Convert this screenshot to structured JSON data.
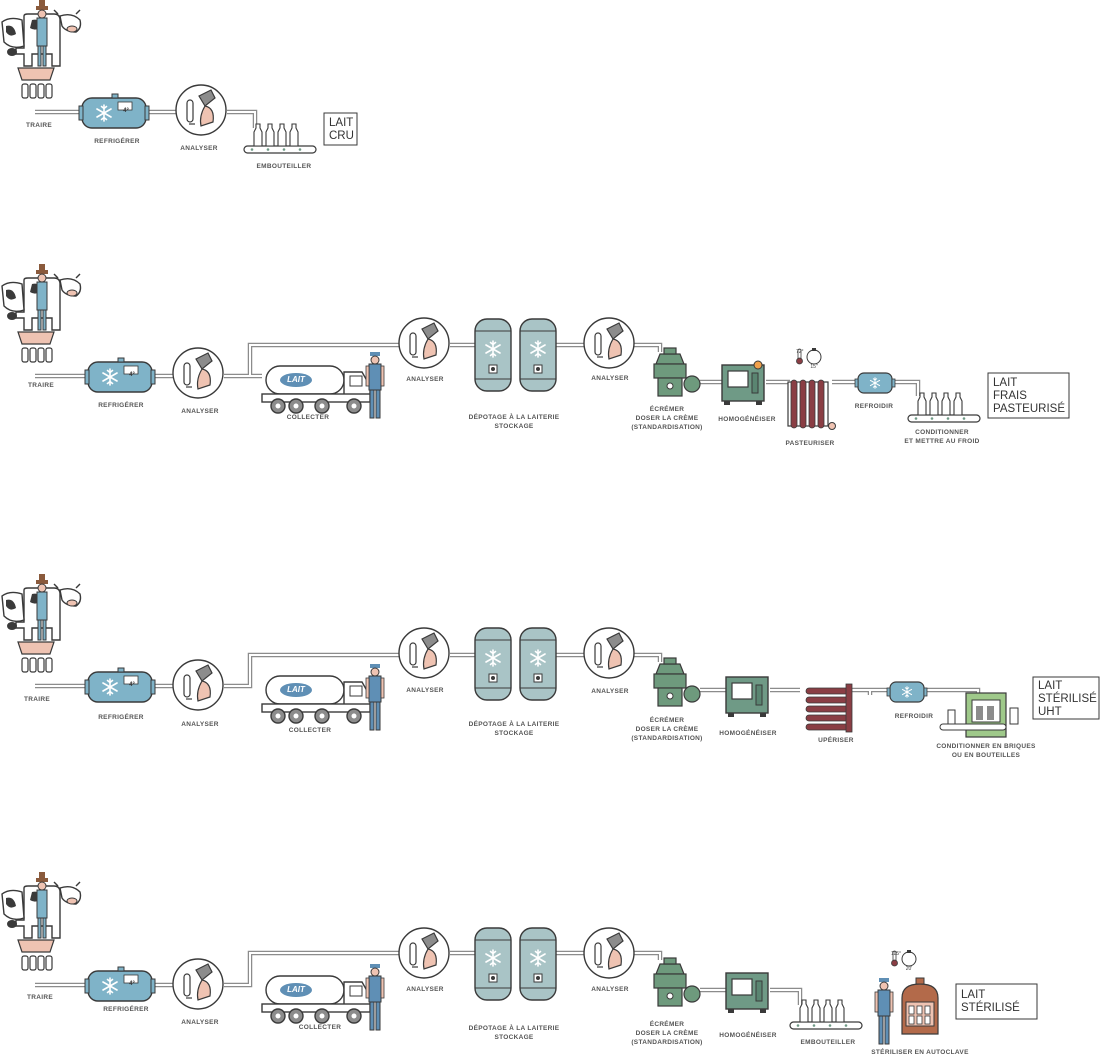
{
  "colors": {
    "outline": "#3a3a3a",
    "pipe": "#8c8c8c",
    "tank_blue": "#7fb3c8",
    "tank_grey": "#a9c4c6",
    "machine_green": "#6f9a86",
    "separator_green": "#6e9a7d",
    "pasteuriser_red": "#8a3e44",
    "udder_pink": "#efc3b2",
    "truck_blue": "#5f8fb5",
    "label_grey": "#555555"
  },
  "rows": [
    {
      "id": "lait-cru",
      "labels": {
        "traire": "TRAIRE",
        "refrigerer": "REFRIGÉRER",
        "refrigerer_temp": "4°",
        "analyser": "ANALYSER",
        "embouteiller": "EMBOUTEILLER"
      },
      "result": [
        "LAIT",
        "CRU"
      ]
    },
    {
      "id": "lait-frais-pasteurise",
      "labels": {
        "traire": "TRAIRE",
        "refrigerer": "REFRIGÉRER",
        "refrigerer_temp": "4°",
        "analyser_1": "ANALYSER",
        "collecter": "COLLECTER",
        "truck_logo": "LAIT",
        "analyser_2": "ANALYSER",
        "depotage_1": "DÉPOTAGE À LA LAITERIE",
        "depotage_2": "STOCKAGE",
        "analyser_3": "ANALYSER",
        "ecremer_1": "ÉCRÉMER",
        "ecremer_2": "DOSER LA CRÈME",
        "ecremer_3": "(STANDARDISATION)",
        "homogeneiser": "HOMOGÉNÉISER",
        "pasteuriser": "PASTEURISER",
        "pasteuriser_temp": "72°",
        "pasteuriser_time": "15\"",
        "refroidir": "REFROIDIR",
        "conditionner_1": "CONDITIONNER",
        "conditionner_2": "ET METTRE AU FROID"
      },
      "result": [
        "LAIT",
        "FRAIS",
        "PASTEURISÉ"
      ]
    },
    {
      "id": "lait-sterilise-uht",
      "labels": {
        "traire": "TRAIRE",
        "refrigerer": "REFRIGÉRER",
        "refrigerer_temp": "4°",
        "analyser_1": "ANALYSER",
        "collecter": "COLLECTER",
        "truck_logo": "LAIT",
        "analyser_2": "ANALYSER",
        "depotage_1": "DÉPOTAGE À LA LAITERIE",
        "depotage_2": "STOCKAGE",
        "analyser_3": "ANALYSER",
        "ecremer_1": "ÉCRÉMER",
        "ecremer_2": "DOSER LA CRÈME",
        "ecremer_3": "(STANDARDISATION)",
        "homogeneiser": "HOMOGÉNÉISER",
        "uperiser": "UPÉRISER",
        "refroidir": "REFROIDIR",
        "conditionner_1": "CONDITIONNER EN BRIQUES",
        "conditionner_2": "OU EN BOUTEILLES"
      },
      "result": [
        "LAIT",
        "STÉRILISÉ",
        "UHT"
      ]
    },
    {
      "id": "lait-sterilise",
      "labels": {
        "traire": "TRAIRE",
        "refrigerer": "REFRIGÉRER",
        "refrigerer_temp": "4°",
        "analyser_1": "ANALYSER",
        "collecter": "COLLECTER",
        "truck_logo": "LAIT",
        "analyser_2": "ANALYSER",
        "depotage_1": "DÉPOTAGE À LA LAITERIE",
        "depotage_2": "STOCKAGE",
        "analyser_3": "ANALYSER",
        "ecremer_1": "ÉCRÉMER",
        "ecremer_2": "DOSER LA CRÈME",
        "ecremer_3": "(STANDARDISATION)",
        "homogeneiser": "HOMOGÉNÉISER",
        "embouteiller": "EMBOUTEILLER",
        "autoclave_temp": "115°",
        "autoclave_time": "20'",
        "steriliser": "STÉRILISER EN AUTOCLAVE"
      },
      "result": [
        "LAIT",
        "STÉRILISÉ"
      ]
    }
  ]
}
